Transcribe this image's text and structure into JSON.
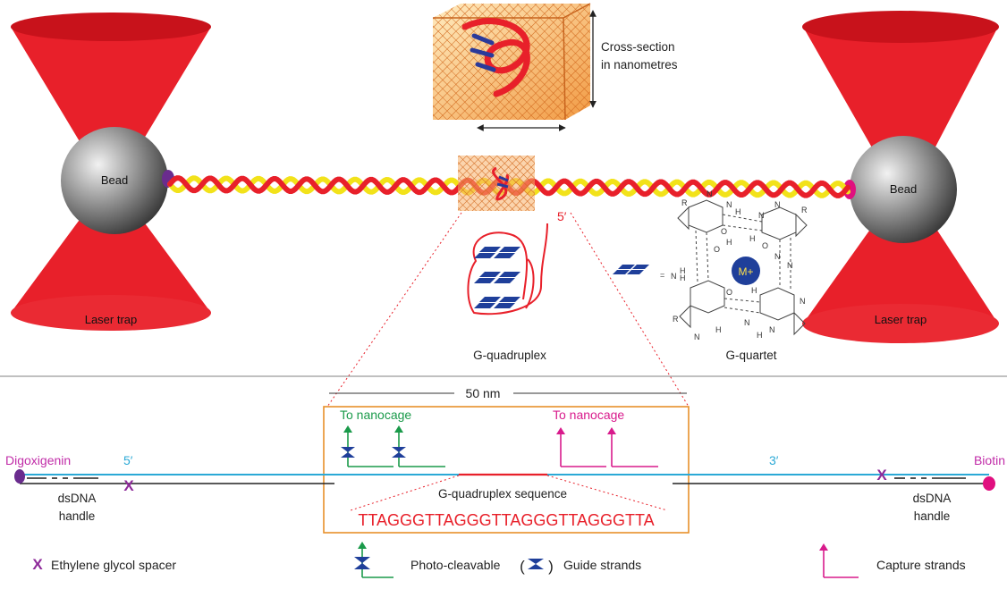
{
  "top_panel": {
    "left_bead_label": "Bead",
    "right_bead_label": "Bead",
    "left_trap_label": "Laser trap",
    "right_trap_label": "Laser trap",
    "cross_section_line1": "Cross-section",
    "cross_section_line2": "in nanometres",
    "five_prime_label": "5′",
    "gquadruplex_label": "G-quadruplex",
    "gquartet_label": "G-quartet",
    "metal_ion_label": "M+"
  },
  "bottom_panel": {
    "scale_label": "50 nm",
    "to_nanocage_left": "To nanocage",
    "to_nanocage_right": "To nanocage",
    "digoxigenin_label": "Digoxigenin",
    "biotin_label": "Biotin",
    "five_prime": "5′",
    "three_prime": "3′",
    "left_handle_line1": "dsDNA",
    "left_handle_line2": "handle",
    "right_handle_line1": "dsDNA",
    "right_handle_line2": "handle",
    "gq_sequence_label": "G-quadruplex sequence",
    "sequence": "TTAGGGTTAGGGTTAGGGTTAGGGTTA"
  },
  "legend": {
    "spacer_label": "Ethylene glycol spacer",
    "photo_cleavable_label": "Photo-cleavable",
    "guide_strands_label": "Guide strands",
    "capture_strands_label": "Capture strands"
  },
  "colors": {
    "laser_red": "#e8202a",
    "bead_grey": "#6b6b6b",
    "dna_yellow": "#f2e21a",
    "nanocage_orange": "#f08a24",
    "digoxigenin_purple": "#6a2c8e",
    "biotin_magenta": "#e0107f",
    "strand_blue": "#2ba9d6",
    "guide_green": "#1a9a4a",
    "capture_pink": "#d81b8c",
    "spacer_purple": "#8e2a9a",
    "sequence_red": "#e8202a",
    "box_orange": "#e8902a"
  }
}
